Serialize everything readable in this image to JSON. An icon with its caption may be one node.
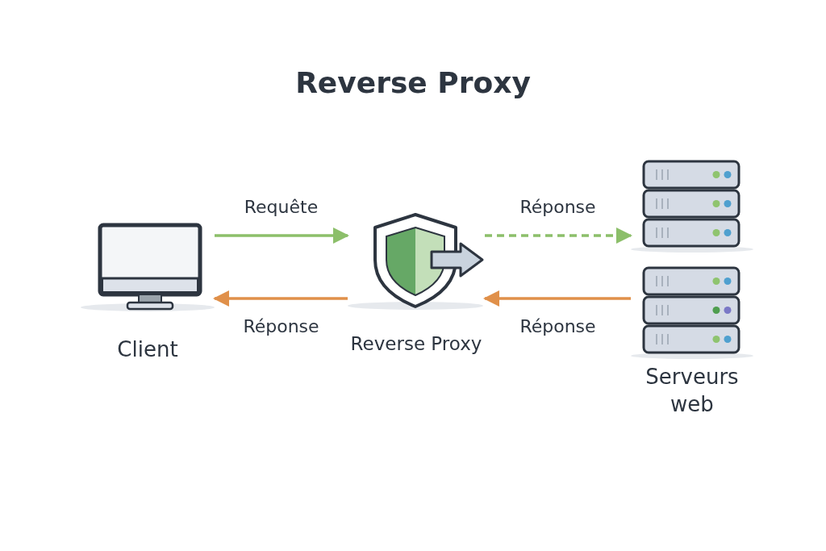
{
  "diagram": {
    "title": "Reverse Proxy",
    "nodes": [
      {
        "text": [
          "Client"
        ]
      },
      {
        "text": [
          "Reverse Proxy"
        ]
      },
      {
        "text": [
          "Serveurs web"
        ]
      },
      {
        "text": [],
        "shape": "picture",
        "in": 2
      },
      {
        "text": [],
        "shape": "picture",
        "in": 2
      }
    ],
    "edges": [
      {
        "from": 0,
        "to": 1,
        "arrow": "to",
        "label": "Requête",
        "color": "#8cbf6a"
      },
      {
        "from": 1,
        "to": 3,
        "arrow": "to",
        "label": "Réponse",
        "style": "dashed",
        "color": "#8cbf6a"
      },
      {
        "from": 4,
        "to": 1,
        "arrow": "to",
        "label": "Réponse",
        "color": "#e0904a"
      },
      {
        "from": 1,
        "to": 0,
        "arrow": "to",
        "label": "Réponse",
        "color": "#e0904a"
      }
    ]
  }
}
